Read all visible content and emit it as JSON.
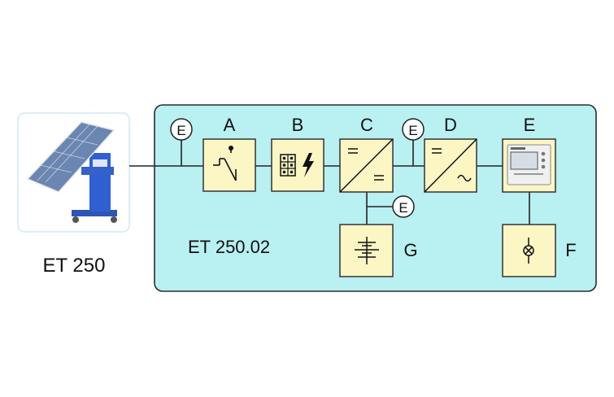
{
  "product": {
    "name": "ET 250"
  },
  "system": {
    "name": "ET 250.02"
  },
  "blocks": [
    {
      "id": "A",
      "label": "A",
      "symbol": "switch-icon"
    },
    {
      "id": "B",
      "label": "B",
      "symbol": "fuse-lightning-icon"
    },
    {
      "id": "C",
      "label": "C",
      "symbol": "dc-dc-converter-icon"
    },
    {
      "id": "D",
      "label": "D",
      "symbol": "dc-ac-inverter-icon"
    },
    {
      "id": "E",
      "label": "E",
      "symbol": "energy-meter-icon"
    },
    {
      "id": "F",
      "label": "F",
      "symbol": "lamp-icon"
    },
    {
      "id": "G",
      "label": "G",
      "symbol": "battery-icon"
    }
  ],
  "measuring_points": [
    "E",
    "E",
    "E"
  ],
  "colors": {
    "panel_fill": "#b9f0f2",
    "panel_stroke": "#2b2b2b",
    "block_fill": "#fbf6c4",
    "block_stroke": "#333333",
    "photo_frame": "#cfe8f0"
  }
}
